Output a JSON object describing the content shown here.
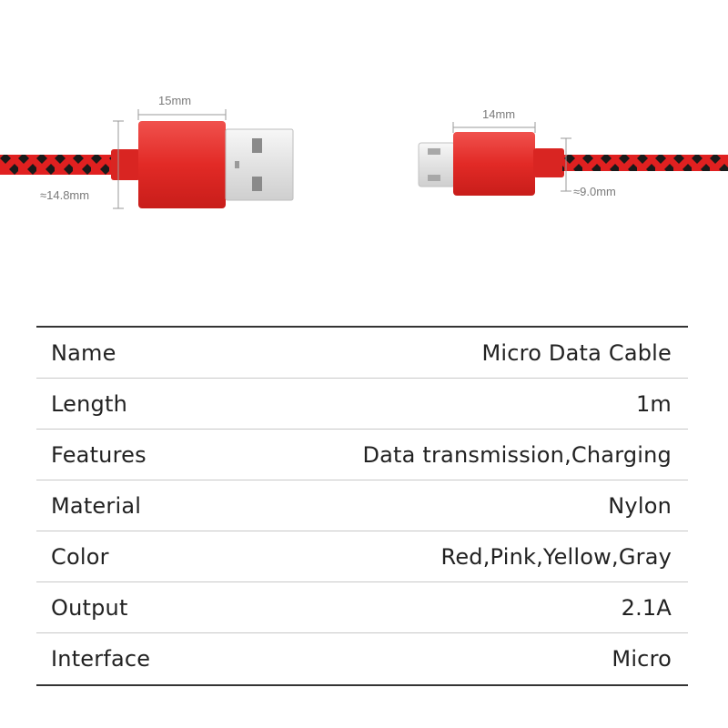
{
  "dimensions": {
    "usb_width": "15mm",
    "usb_diameter": "≈14.8mm",
    "micro_width": "14mm",
    "micro_diameter": "≈9.0mm"
  },
  "colors": {
    "cable_red": "#e02020",
    "cable_black": "#1a1a1a",
    "connector_red": "#e8312d",
    "metal": "#e9e9e9"
  },
  "specs": [
    {
      "label": "Name",
      "value": "Micro Data Cable"
    },
    {
      "label": "Length",
      "value": "1m"
    },
    {
      "label": "Features",
      "value": "Data transmission,Charging"
    },
    {
      "label": "Material",
      "value": "Nylon"
    },
    {
      "label": "Color",
      "value": "Red,Pink,Yellow,Gray"
    },
    {
      "label": "Output",
      "value": "2.1A"
    },
    {
      "label": "Interface",
      "value": "Micro"
    }
  ]
}
